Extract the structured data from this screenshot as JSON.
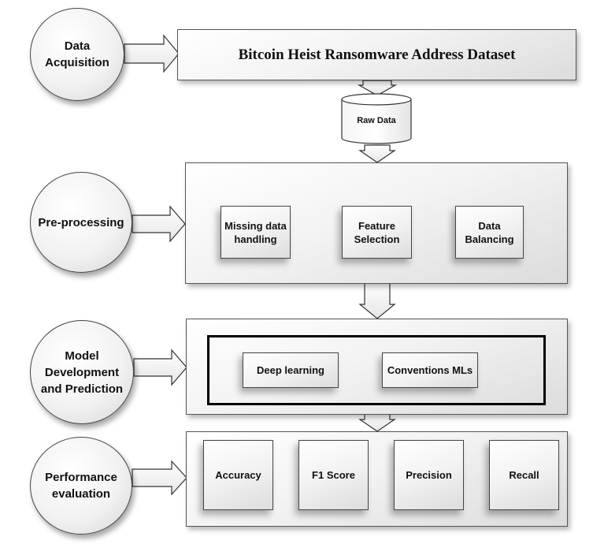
{
  "stages": {
    "acquisition": "Data\nAcquisition",
    "preprocessing": "Pre-processing",
    "model": "Model\nDevelopment\nand Prediction",
    "performance": "Performance\nevaluation"
  },
  "dataset_title": "Bitcoin Heist Ransomware Address Dataset",
  "raw_data_label": "Raw Data",
  "preprocessing_steps": [
    "Missing data\nhandling",
    "Feature\nSelection",
    "Data\nBalancing"
  ],
  "model_types": [
    "Deep learning",
    "Conventions MLs"
  ],
  "metrics": [
    "Accuracy",
    "F1 Score",
    "Precision",
    "Recall"
  ]
}
